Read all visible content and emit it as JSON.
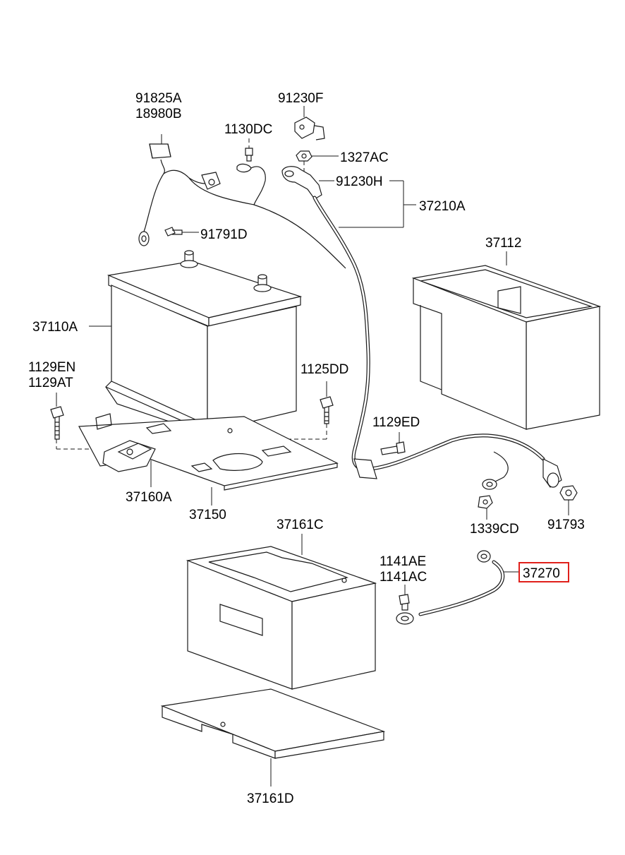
{
  "labels": {
    "p91825A": "91825A",
    "p18980B": "18980B",
    "p91230F": "91230F",
    "p1130DC": "1130DC",
    "p1327AC": "1327AC",
    "p91230H": "91230H",
    "p37210A": "37210A",
    "p91791D": "91791D",
    "p37112": "37112",
    "p37110A": "37110A",
    "p1129EN": "1129EN",
    "p1129AT": "1129AT",
    "p1125DD": "1125DD",
    "p1129ED": "1129ED",
    "p37160A": "37160A",
    "p37150": "37150",
    "p1339CD": "1339CD",
    "p91793": "91793",
    "p37161C": "37161C",
    "p1141AE": "1141AE",
    "p1141AC": "1141AC",
    "p37270": "37270",
    "p37161D": "37161D"
  },
  "highlight_color": "#e0201b",
  "highlighted_part": "37270"
}
